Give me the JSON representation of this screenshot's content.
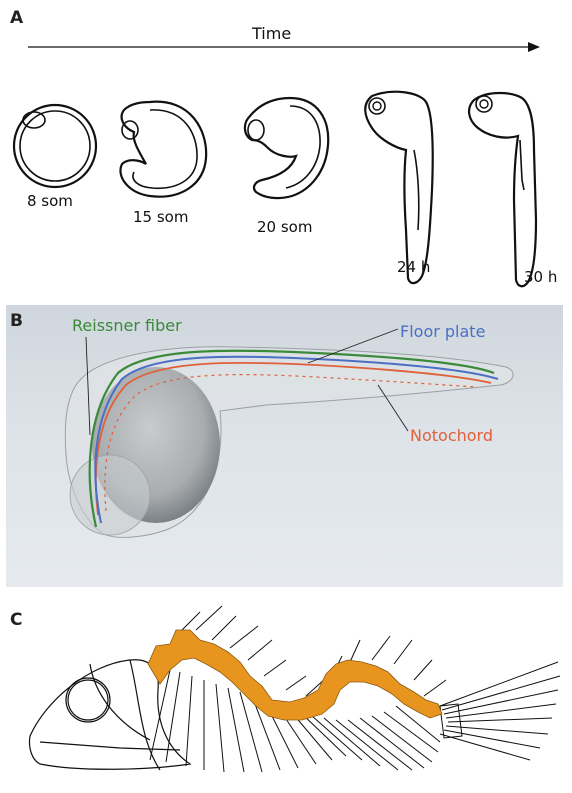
{
  "panels": {
    "a": {
      "label": "A",
      "axis_label": "Time",
      "stages": [
        "8 som",
        "15 som",
        "20 som",
        "24 h",
        "30 h"
      ]
    },
    "b": {
      "label": "B",
      "structures": [
        {
          "name": "Reissner fiber",
          "color": "#3a8a3a"
        },
        {
          "name": "Floor plate",
          "color": "#4a6fc4"
        },
        {
          "name": "Notochord",
          "color": "#e0603a"
        }
      ]
    },
    "c": {
      "label": "C",
      "highlight_color": "#e8951f"
    }
  }
}
